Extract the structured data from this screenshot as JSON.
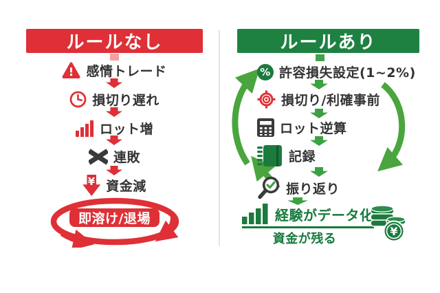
{
  "colors": {
    "red": "#de3036",
    "dark_text": "#333333",
    "green_banner": "#1e8142",
    "green_arrow": "#4aa53e",
    "green_icon": "#1c7a3e",
    "green_text": "#177a3c",
    "divider": "#e4e4e4",
    "background": "#ffffff"
  },
  "left": {
    "title": "ルールなし",
    "steps": [
      {
        "label": "感情トレード",
        "icon": "warning-icon"
      },
      {
        "label": "損切り遅れ",
        "icon": "clock-icon"
      },
      {
        "label": "ロット増",
        "icon": "bar-chart-up-red-icon"
      },
      {
        "label": "連敗",
        "icon": "cross-icon"
      },
      {
        "label": "資金減",
        "icon": "yen-down-arrow-icon"
      }
    ],
    "result": "即溶け/退場"
  },
  "right": {
    "title": "ルールあり",
    "steps": [
      {
        "label": "許容損失設定(1~2%)",
        "icon": "percent-icon"
      },
      {
        "label": "損切り/利確事前",
        "icon": "target-icon"
      },
      {
        "label": "ロット逆算",
        "icon": "calculator-icon"
      },
      {
        "label": "記録",
        "icon": "notebook-icon"
      },
      {
        "label": "振り返り",
        "icon": "magnifier-check-icon"
      }
    ],
    "result_line1": "経験がデータ化",
    "result_line2": "資金が残る"
  },
  "symbols": {
    "yen": "¥",
    "percent": "%"
  }
}
